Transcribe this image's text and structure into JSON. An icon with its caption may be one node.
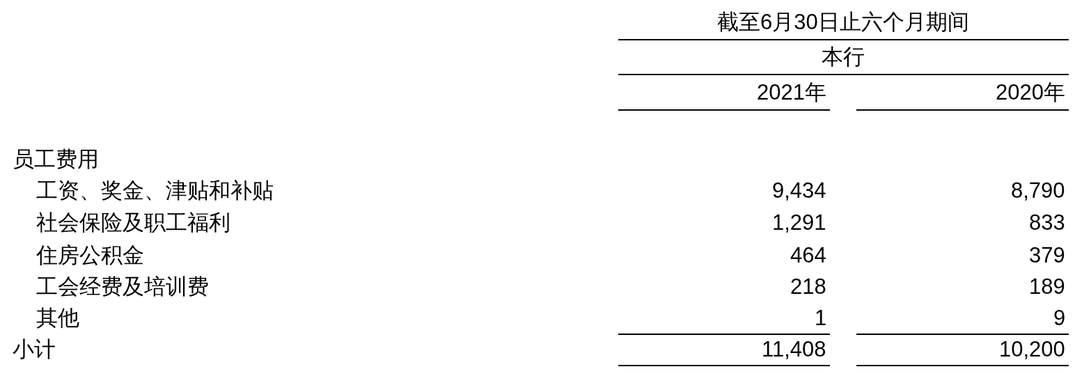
{
  "diagram": {
    "labels": [
      "截至6月30日止六个月期间",
      "本行",
      "2021年",
      "2020年",
      "员工费用",
      "工资、奖金、津贴和补贴",
      "9,434",
      "8,790",
      "社会保险及职工福利",
      "1,291",
      "833",
      "住房公积金",
      "464",
      "379",
      "工会经费及培训费",
      "218",
      "189",
      "其他",
      "1",
      "9",
      "小计",
      "11,408",
      "10,200"
    ]
  }
}
